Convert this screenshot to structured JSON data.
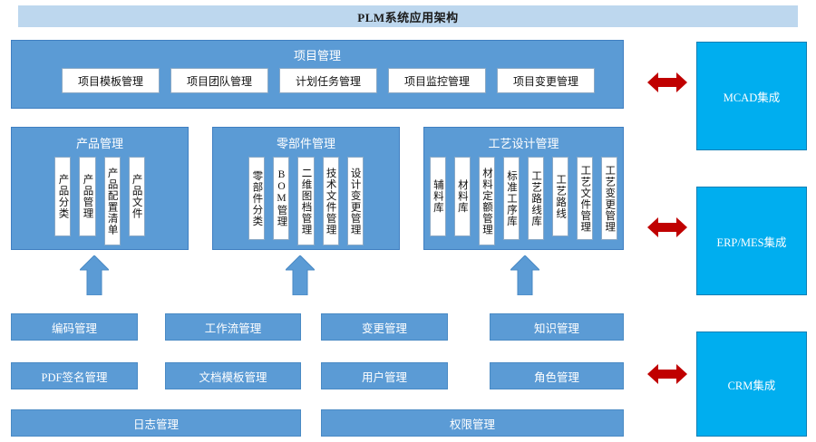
{
  "title": "PLM系统应用架构",
  "project_management": {
    "heading": "项目管理",
    "items": [
      "项目模板管理",
      "项目团队管理",
      "计划任务管理",
      "项目监控管理",
      "项目变更管理"
    ]
  },
  "product_management": {
    "heading": "产品管理",
    "items": [
      "产品分类",
      "产品管理",
      "产品配置清单",
      "产品文件"
    ]
  },
  "parts_management": {
    "heading": "零部件管理",
    "items": [
      "零部件分类",
      "BOM管理",
      "二维图档管理",
      "技术文件管理",
      "设计变更管理"
    ]
  },
  "process_management": {
    "heading": "工艺设计管理",
    "items": [
      "辅料库",
      "材料库",
      "材料定额管理",
      "标准工序库",
      "工艺路线库",
      "工艺路线",
      "工艺文件管理",
      "工艺变更管理"
    ]
  },
  "services": {
    "row1": [
      "编码管理",
      "工作流管理",
      "变更管理",
      "知识管理"
    ],
    "row2": [
      "PDF签名管理",
      "文档模板管理",
      "用户管理",
      "角色管理"
    ],
    "row3": [
      "日志管理",
      "权限管理"
    ]
  },
  "integrations": [
    {
      "label": "MCAD集成",
      "connector": "double-arrow"
    },
    {
      "label": "ERP/MES集成",
      "connector": "double-arrow"
    },
    {
      "label": "CRM集成",
      "connector": "double-arrow"
    }
  ],
  "colors": {
    "title_bar": "#BDD7EE",
    "panel_blue": "#5B9BD5",
    "integration_cyan": "#00AEEF",
    "arrow_red": "#C00000",
    "chip_white": "#FFFFFF"
  }
}
